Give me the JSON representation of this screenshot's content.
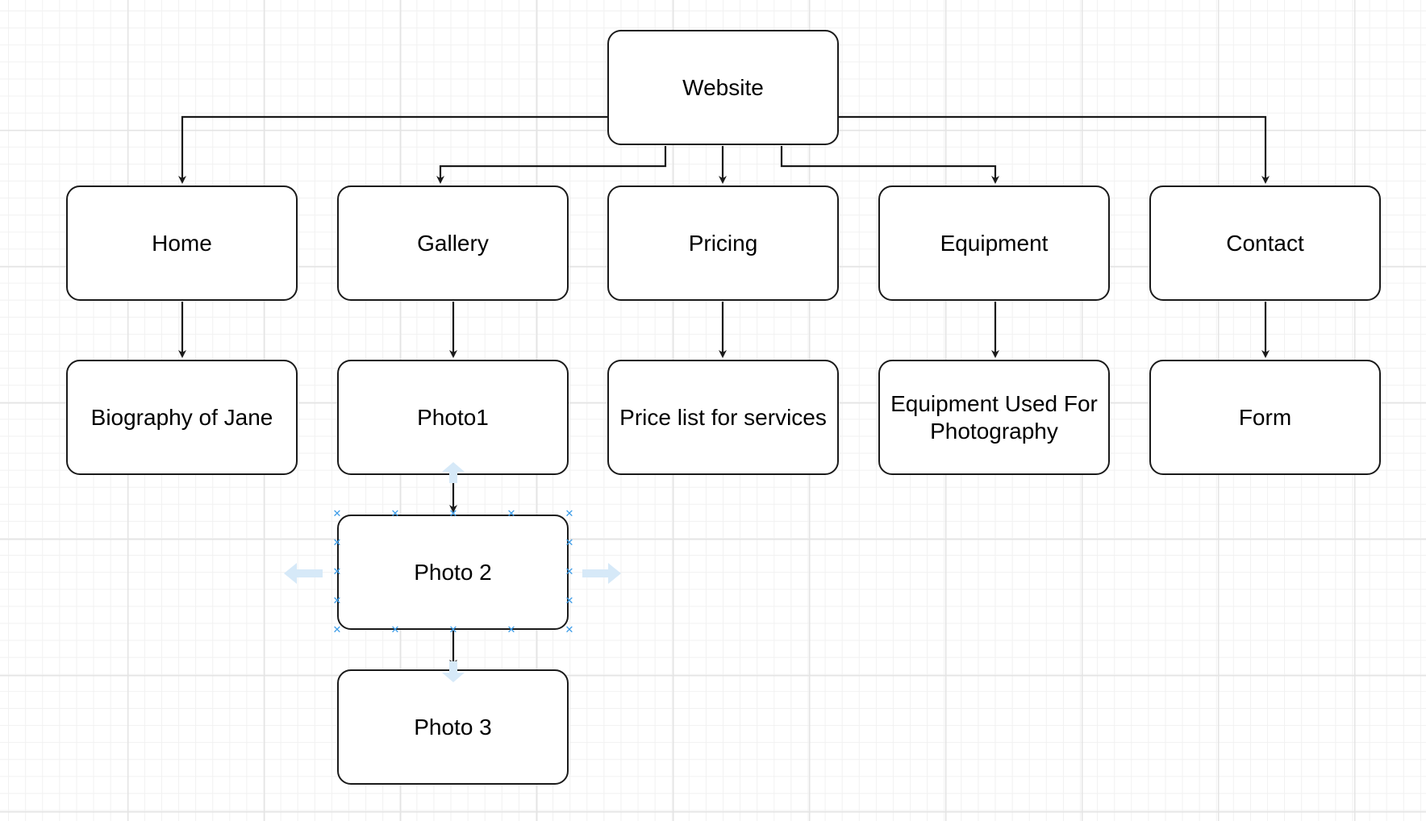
{
  "diagram": {
    "nodes": {
      "website": "Website",
      "home": "Home",
      "gallery": "Gallery",
      "pricing": "Pricing",
      "equipment": "Equipment",
      "contact": "Contact",
      "biography": "Biography of Jane",
      "photo1": "Photo1",
      "price_list": "Price list for services",
      "equipment_used": "Equipment Used For Photography",
      "form": "Form",
      "photo2": "Photo 2",
      "photo3": "Photo 3"
    },
    "edges": [
      [
        "website",
        "home"
      ],
      [
        "website",
        "gallery"
      ],
      [
        "website",
        "pricing"
      ],
      [
        "website",
        "equipment"
      ],
      [
        "website",
        "contact"
      ],
      [
        "home",
        "biography"
      ],
      [
        "gallery",
        "photo1"
      ],
      [
        "pricing",
        "price_list"
      ],
      [
        "equipment",
        "equipment_used"
      ],
      [
        "contact",
        "form"
      ],
      [
        "photo1",
        "photo2"
      ],
      [
        "photo2",
        "photo3"
      ]
    ],
    "selected_node": "photo2",
    "colors": {
      "stroke": "#1a1a1a",
      "selection_marker": "#3a9be8",
      "hover_arrow": "#d6e9f8",
      "grid": "#e4e4e4"
    }
  }
}
